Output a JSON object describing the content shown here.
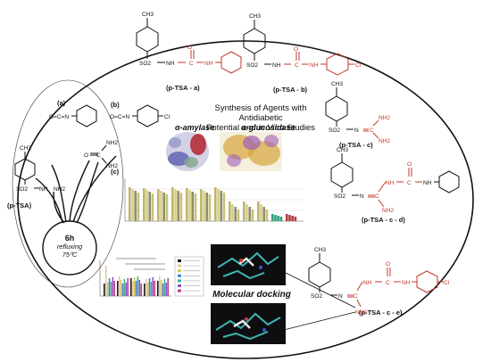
{
  "title": {
    "line1": "Synthesis of Agents with Antidiabetic",
    "line2": "Potential and ",
    "line2_italic": "in Vitro",
    "line2_end": " Studies"
  },
  "enzymes": {
    "amylase": "α-amylase",
    "glucosidase": "α-glucosidase"
  },
  "compounds": {
    "a": "(p-TSA - a)",
    "b": "(p-TSA - b)",
    "c": "(p-TSA - c)",
    "cd": "(p-TSA - c - d)",
    "ce": "(p-TSA - c - e)",
    "start": "(p-TSA)"
  },
  "reagents": {
    "a": "(a)",
    "b": "(b)",
    "c": "(c)"
  },
  "conditions": {
    "time": "6h",
    "mode": "refluxing",
    "temp": "75⁰C"
  },
  "docking_caption": "Molecular docking",
  "atoms": {
    "ch3": "CH3",
    "so2": "SO2",
    "nh": "NH",
    "nh2": "NH2",
    "o": "O",
    "c": "C",
    "cl": "Cl",
    "oc": "O=C=N",
    "n": "N"
  },
  "colors": {
    "red": "#c0392b",
    "black": "#111111"
  }
}
